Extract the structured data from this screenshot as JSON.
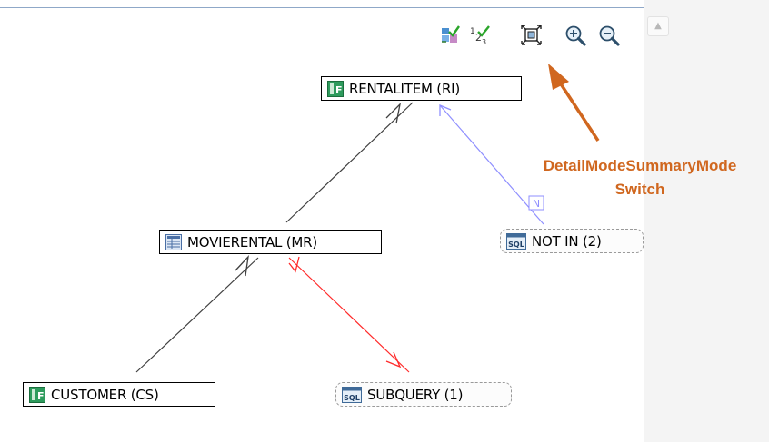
{
  "toolbar": {
    "icons": [
      "mode-switch-icon",
      "numbering-icon",
      "fit-to-page-icon",
      "zoom-in-icon",
      "zoom-out-icon"
    ],
    "numbering_superscript": "1",
    "numbering_digits": "2",
    "numbering_subscript": "3"
  },
  "nodes": {
    "rentalitem": {
      "label": "RENTALITEM (RI)",
      "icon_text": "F"
    },
    "movierental": {
      "label": "MOVIERENTAL (MR)"
    },
    "customer": {
      "label": "CUSTOMER (CS)",
      "icon_text": "F"
    },
    "subquery": {
      "label": "SUBQUERY (1)",
      "icon_text": "SQL"
    },
    "notin": {
      "label": "NOT IN (2)",
      "icon_text": "SQL"
    }
  },
  "edge_badge": "N",
  "callout": {
    "word1": "Detail",
    "word2": "Mode",
    "word3": "Summary",
    "word4": "Mode",
    "line2": "Switch"
  },
  "colors": {
    "callout": "#d0671f",
    "join_edge": "#404040",
    "subquery_edge": "#ff2a2a",
    "notin_edge": "#8f8fff"
  }
}
